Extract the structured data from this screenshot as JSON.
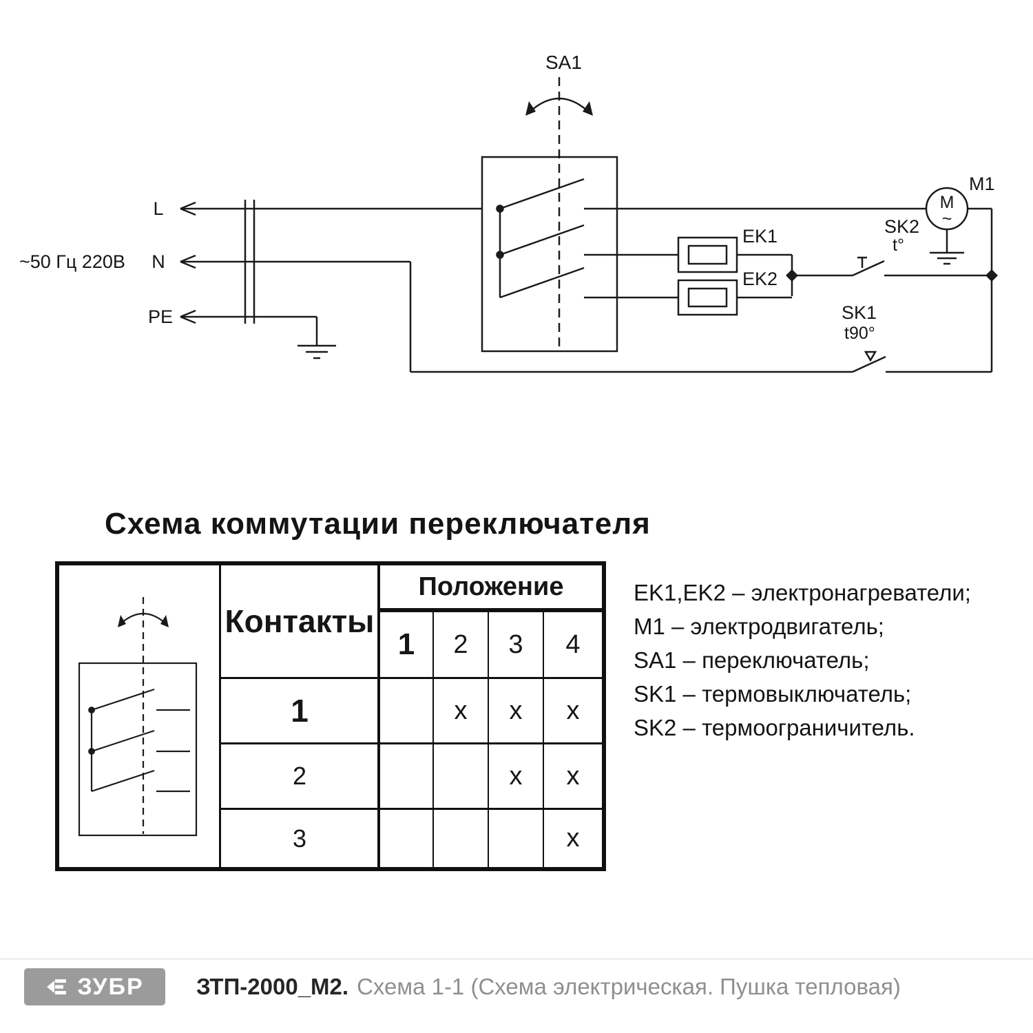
{
  "circuit": {
    "power_label": "~50 Гц 220В",
    "line_l": "L",
    "line_n": "N",
    "line_pe": "PE",
    "switch_label": "SA1",
    "heater1_label": "EK1",
    "heater2_label": "EK2",
    "motor_label": "M1",
    "motor_letter": "M",
    "motor_ac": "~",
    "thermal_limiter_label": "SK2",
    "thermal_limiter_temp": "t°",
    "thermal_switch_label": "SK1",
    "thermal_switch_temp": "t90°"
  },
  "switch_table": {
    "title": "Схема коммутации переключателя",
    "contacts_header": "Контакты",
    "position_header": "Положение",
    "positions": [
      "1",
      "2",
      "3",
      "4"
    ],
    "rows": [
      {
        "contact": "1",
        "marks": [
          "",
          "x",
          "x",
          "x"
        ]
      },
      {
        "contact": "2",
        "marks": [
          "",
          "",
          "x",
          "x"
        ]
      },
      {
        "contact": "3",
        "marks": [
          "",
          "",
          "",
          "x"
        ]
      }
    ]
  },
  "legend": {
    "items": [
      "EK1,EK2 – электронагреватели;",
      "M1 – электродвигатель;",
      "SA1 – переключатель;",
      "SK1 – термовыключатель;",
      "SK2 – термоограничитель."
    ]
  },
  "footer": {
    "brand": "ЗУБР",
    "model": "ЗТП-2000_М2.",
    "description": "Схема 1-1 (Схема электрическая. Пушка тепловая)"
  }
}
